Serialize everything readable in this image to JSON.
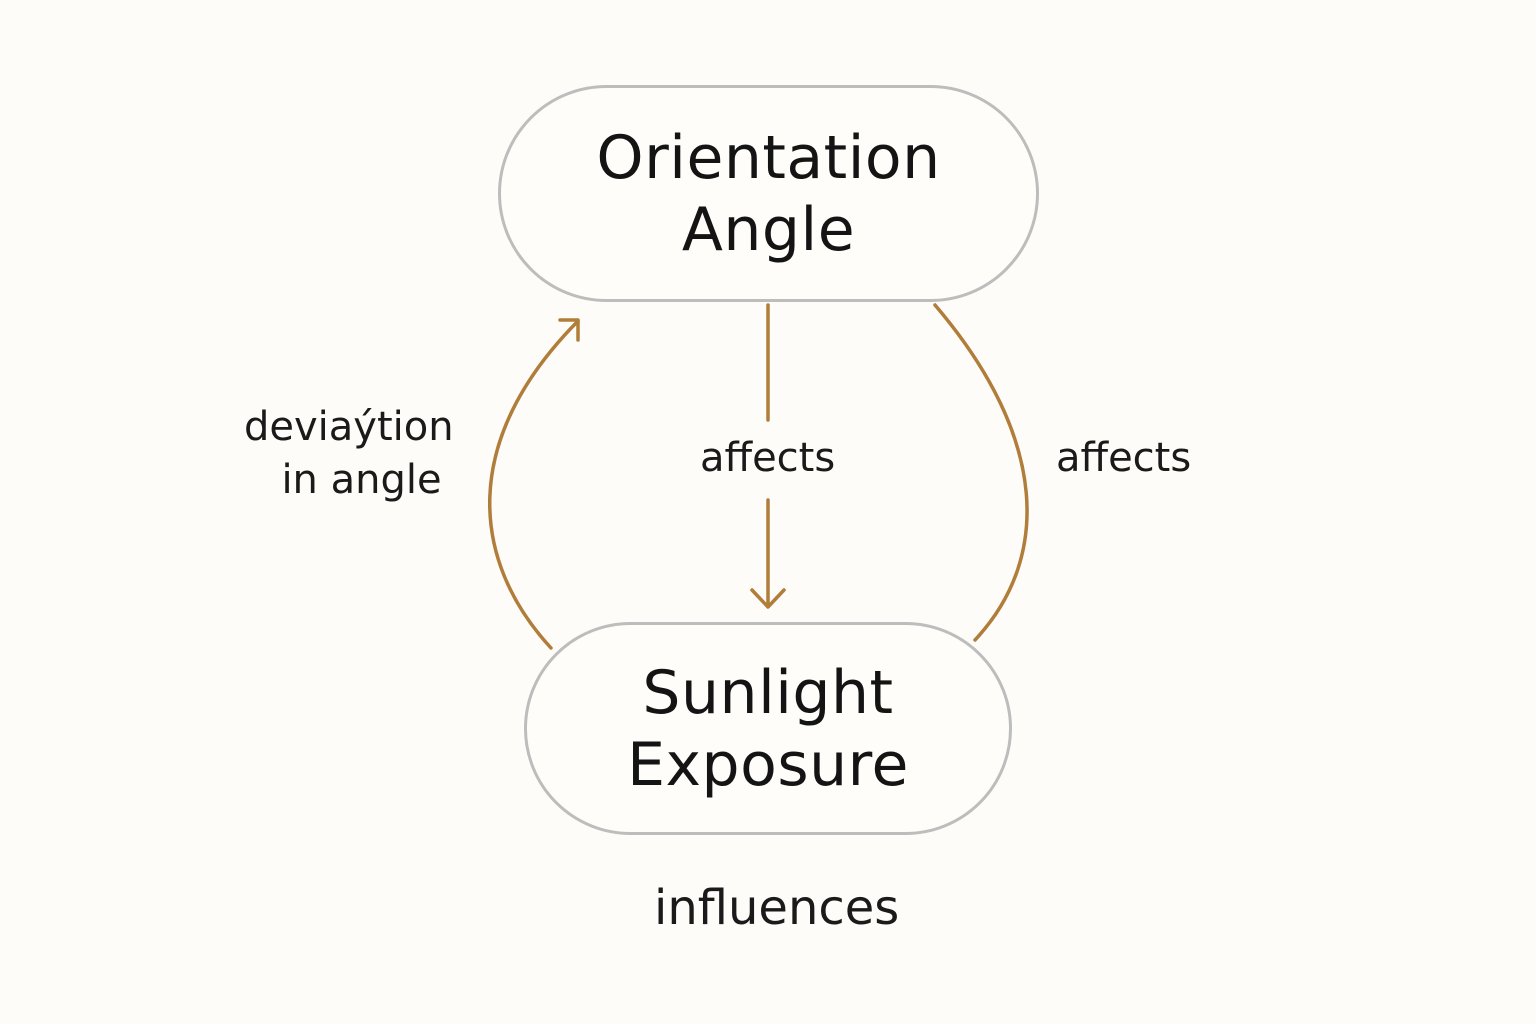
{
  "nodes": {
    "top": {
      "line1": "Orientation",
      "line2": "Angle"
    },
    "bottom": {
      "line1": "Sunlight",
      "line2": "Exposure"
    }
  },
  "edges": {
    "center_label": "affects",
    "right_label": "affects",
    "left_label_line1": "deviaýtion",
    "left_label_line2": "in angle",
    "bottom_label": "influences"
  },
  "colors": {
    "background": "#fdfcf8",
    "node_border": "#bdbdbd",
    "arrow": "#b07d3a",
    "text": "#1a1a1a"
  }
}
